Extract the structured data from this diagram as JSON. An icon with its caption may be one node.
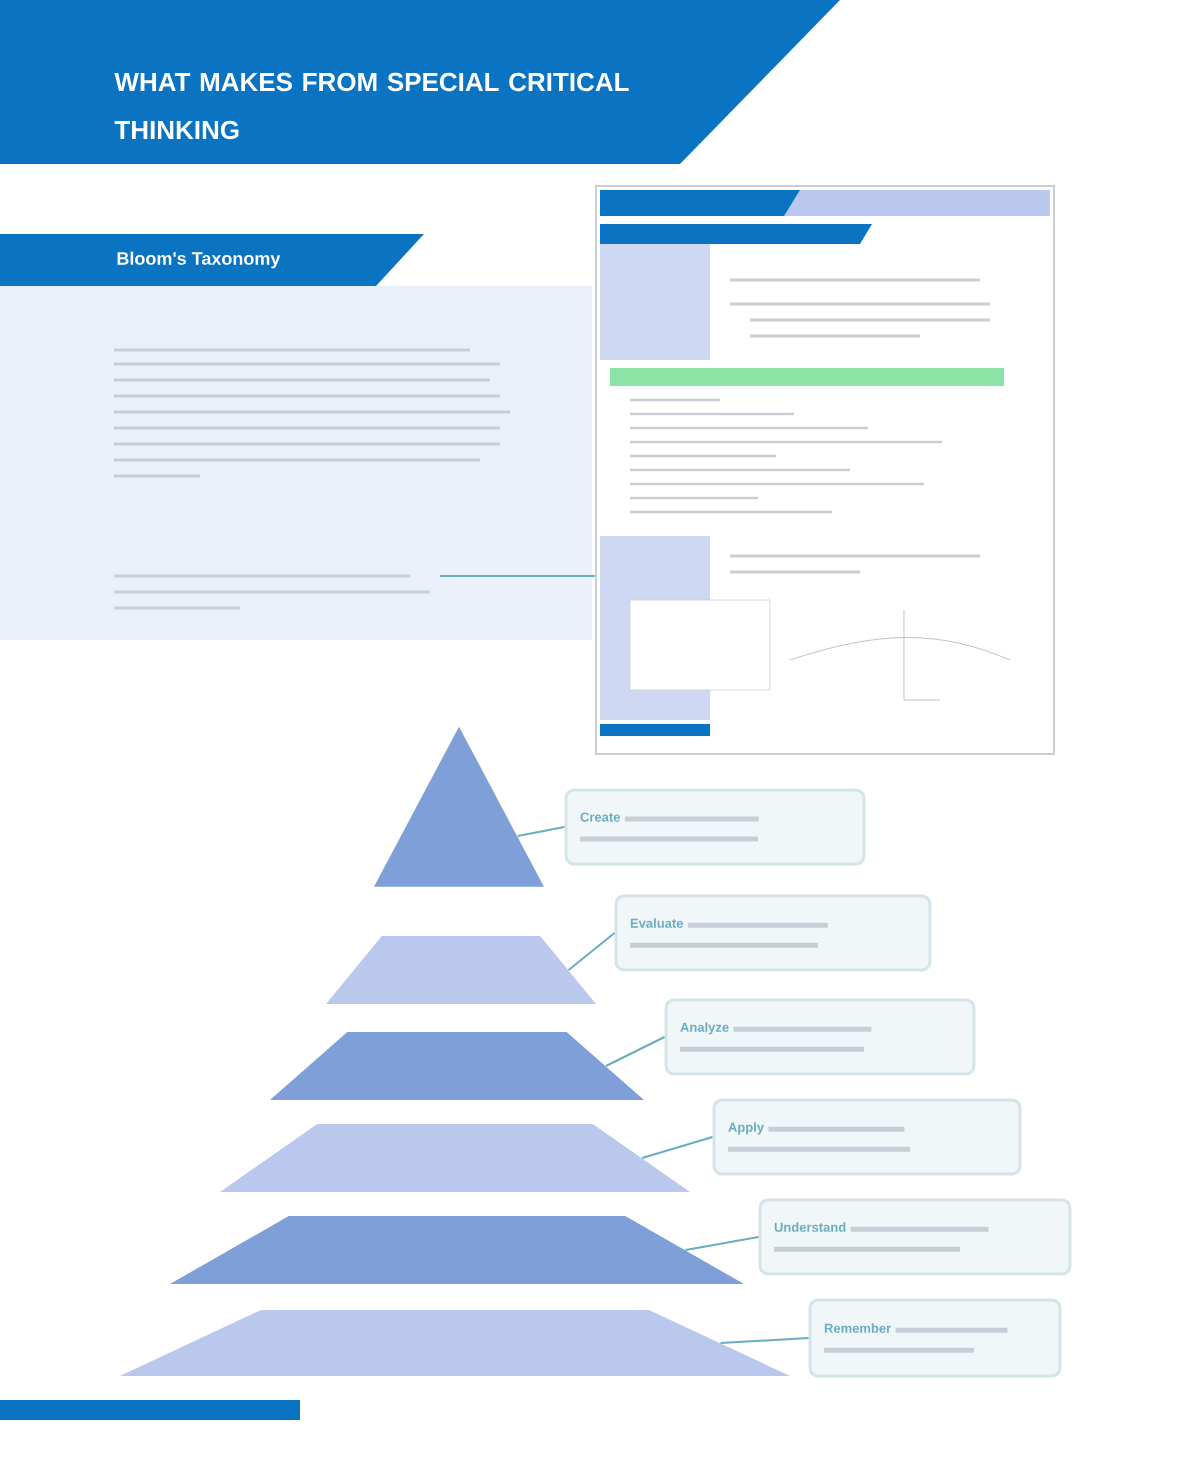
{
  "diagram": {
    "title": "WHAT MAKES FROM SPECIAL CRITICAL THINKING",
    "nodes": [
      {
        "text": [
          "Bloom's Taxonomy"
        ]
      },
      {
        "text": [],
        "shape": "box"
      },
      {
        "text": [],
        "shape": "picture"
      },
      {
        "text": [],
        "shape": "triangle"
      },
      {
        "text": [],
        "shape": "trapezoid"
      },
      {
        "text": [],
        "shape": "trapezoid"
      },
      {
        "text": [],
        "shape": "trapezoid"
      },
      {
        "text": [],
        "shape": "trapezoid"
      },
      {
        "text": [],
        "shape": "trapezoid"
      },
      {
        "text": [
          "Create"
        ]
      },
      {
        "text": [
          "Evaluate"
        ]
      },
      {
        "text": [
          "Analyze"
        ]
      },
      {
        "text": [
          "Apply"
        ]
      },
      {
        "text": [
          "Understand"
        ]
      },
      {
        "text": [
          "Remember"
        ]
      }
    ],
    "edges": [
      {
        "from": 1,
        "to": 2,
        "arrow": "none"
      },
      {
        "from": 9,
        "to": 3,
        "arrow": "none"
      },
      {
        "from": 10,
        "to": 4,
        "arrow": "none"
      },
      {
        "from": 11,
        "to": 5,
        "arrow": "none"
      },
      {
        "from": 12,
        "to": 6,
        "arrow": "none"
      },
      {
        "from": 13,
        "to": 7,
        "arrow": "none"
      },
      {
        "from": 14,
        "to": 8,
        "arrow": "none"
      }
    ]
  }
}
